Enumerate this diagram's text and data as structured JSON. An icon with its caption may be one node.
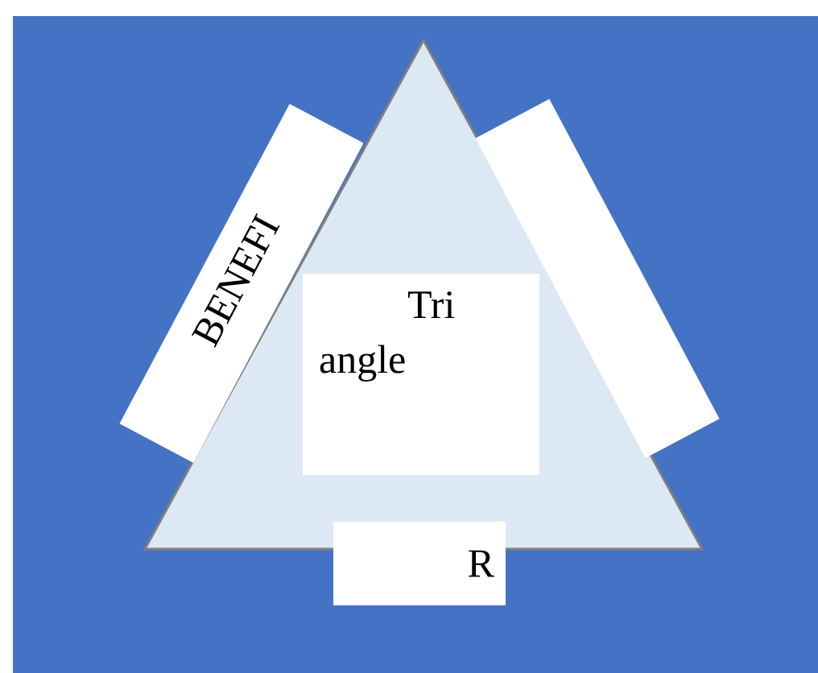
{
  "diagram": {
    "nodes": [
      {
        "text": [],
        "shape": "triangle"
      },
      {
        "text": [
          "BENEFI"
        ]
      },
      {
        "text": [],
        "shape": "box"
      },
      {
        "text": [
          "Tri angle"
        ],
        "in": 0
      },
      {
        "text": [
          "R"
        ]
      }
    ]
  }
}
